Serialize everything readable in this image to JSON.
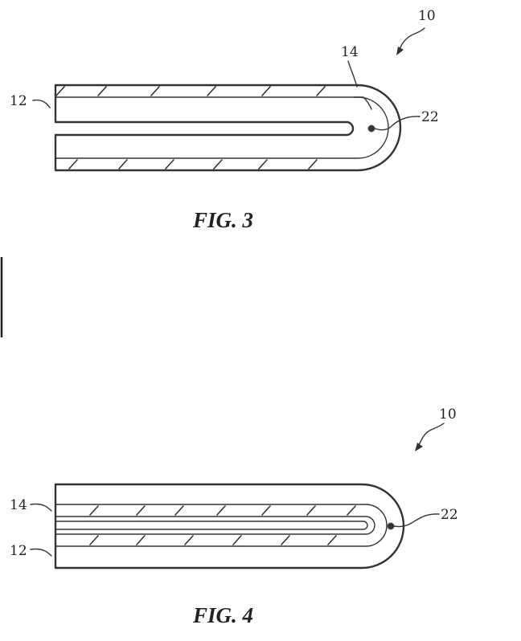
{
  "figures": [
    {
      "caption": "FIG. 3",
      "labels": {
        "assembly": "10",
        "layer_outer": "14",
        "layer_inner": "12",
        "point": "22"
      }
    },
    {
      "caption": "FIG. 4",
      "labels": {
        "assembly": "10",
        "layer_outer": "14",
        "layer_inner": "12",
        "point": "22"
      }
    }
  ]
}
